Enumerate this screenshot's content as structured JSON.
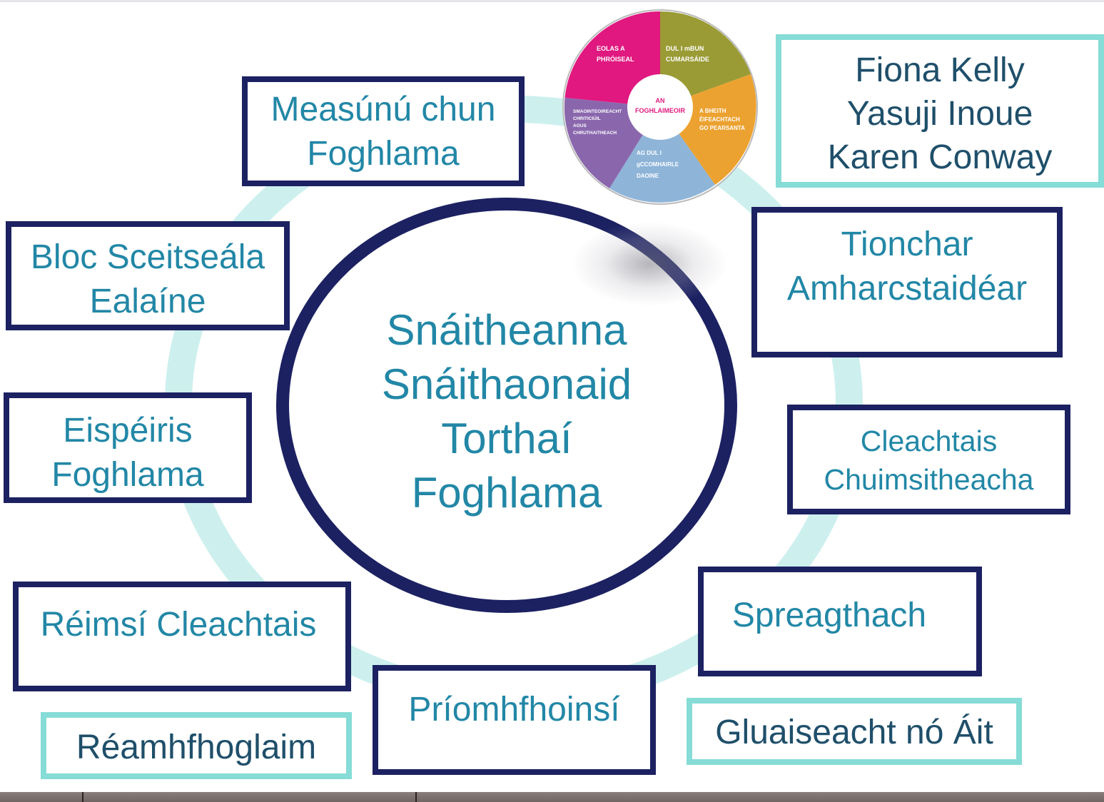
{
  "center": {
    "lines": [
      "Snáitheanna",
      "Snáithaonaid",
      "Torthaí",
      "Foghlama"
    ]
  },
  "boxes": {
    "measunu": {
      "lines": [
        "Measúnú chun",
        "Foghlama"
      ]
    },
    "bloc": {
      "lines": [
        "Bloc Sceitseála",
        "Ealaíne"
      ]
    },
    "eispeiris": {
      "lines": [
        "Eispéiris",
        "Foghlama"
      ]
    },
    "reimsi": {
      "lines": [
        "Réimsí Cleachtais"
      ]
    },
    "reamh": {
      "lines": [
        "Réamhfhoglaim"
      ]
    },
    "priomh": {
      "lines": [
        "Príomhfhoinsí"
      ]
    },
    "gluaiseacht": {
      "lines": [
        "Gluaiseacht nó Áit"
      ]
    },
    "spreag": {
      "lines": [
        "Spreagthach"
      ]
    },
    "cleachtais": {
      "lines": [
        "Cleachtais",
        "Chuimsitheacha"
      ]
    },
    "tionchar": {
      "lines": [
        "Tionchar",
        "Amharcstaidéar"
      ]
    },
    "authors": {
      "lines": [
        "Fiona Kelly",
        "Yasuji Inoue",
        "Karen Conway"
      ]
    }
  },
  "wheel": {
    "center_label": [
      "AN",
      "FOGHLAIMEOIR"
    ],
    "segments": [
      {
        "lines": [
          "EOLAS A",
          "PHRÓISEAL"
        ],
        "color": "#e0187f"
      },
      {
        "lines": [
          "DUL I mBUN",
          "CUMARSÁIDE"
        ],
        "color": "#9a9b34"
      },
      {
        "lines": [
          "A BHEITH",
          "ÉIFEACHTACH",
          "GO PEARSANTA"
        ],
        "color": "#eca230"
      },
      {
        "lines": [
          "AG DUL I",
          "gCCOMHAIRLE",
          "DAOINE"
        ],
        "color": "#8eb4d8"
      },
      {
        "lines": [
          "SMAOINTEOIREACHT",
          "CHRITICIÚIL",
          "AGUS",
          "CHRUTHAITHEACH"
        ],
        "color": "#8a67ad"
      }
    ]
  },
  "colors": {
    "dark_border": "#1c2162",
    "light_border": "#86dcd6",
    "ring": "#cdf0ee",
    "text_blue": "#2287a6",
    "text_navy": "#1f4f6a"
  }
}
